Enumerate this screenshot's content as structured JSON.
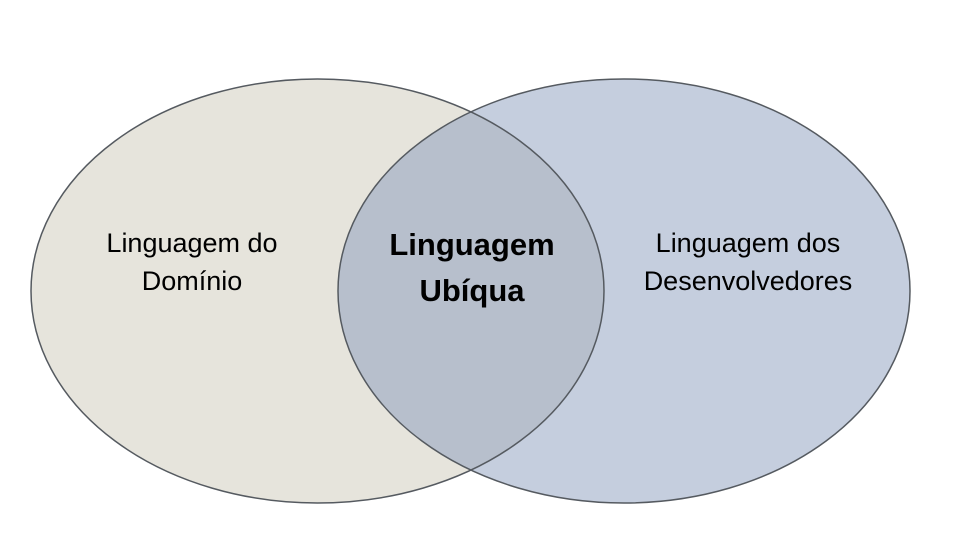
{
  "diagram": {
    "type": "venn",
    "sets": [
      {
        "id": "domain",
        "label_lines": [
          "Linguagem do",
          "Domínio"
        ],
        "fill": "#e6e4dc"
      },
      {
        "id": "developers",
        "label_lines": [
          "Linguagem dos",
          "Desenvolvedores"
        ],
        "fill": "#c5cede"
      }
    ],
    "intersection": {
      "label_lines": [
        "Linguagem",
        "Ubíqua"
      ],
      "fill": "#b7bfcc"
    },
    "stroke": "#555a60"
  }
}
